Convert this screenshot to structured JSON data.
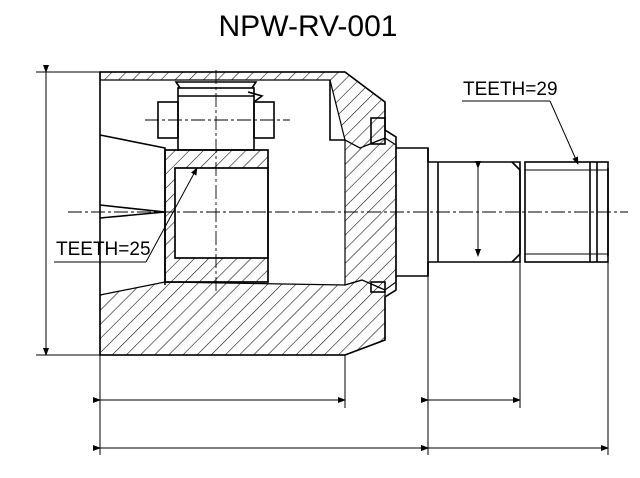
{
  "title": "NPW-RV-001",
  "callouts": {
    "outer_teeth": "TEETH=29",
    "inner_teeth": "TEETH=25"
  }
}
